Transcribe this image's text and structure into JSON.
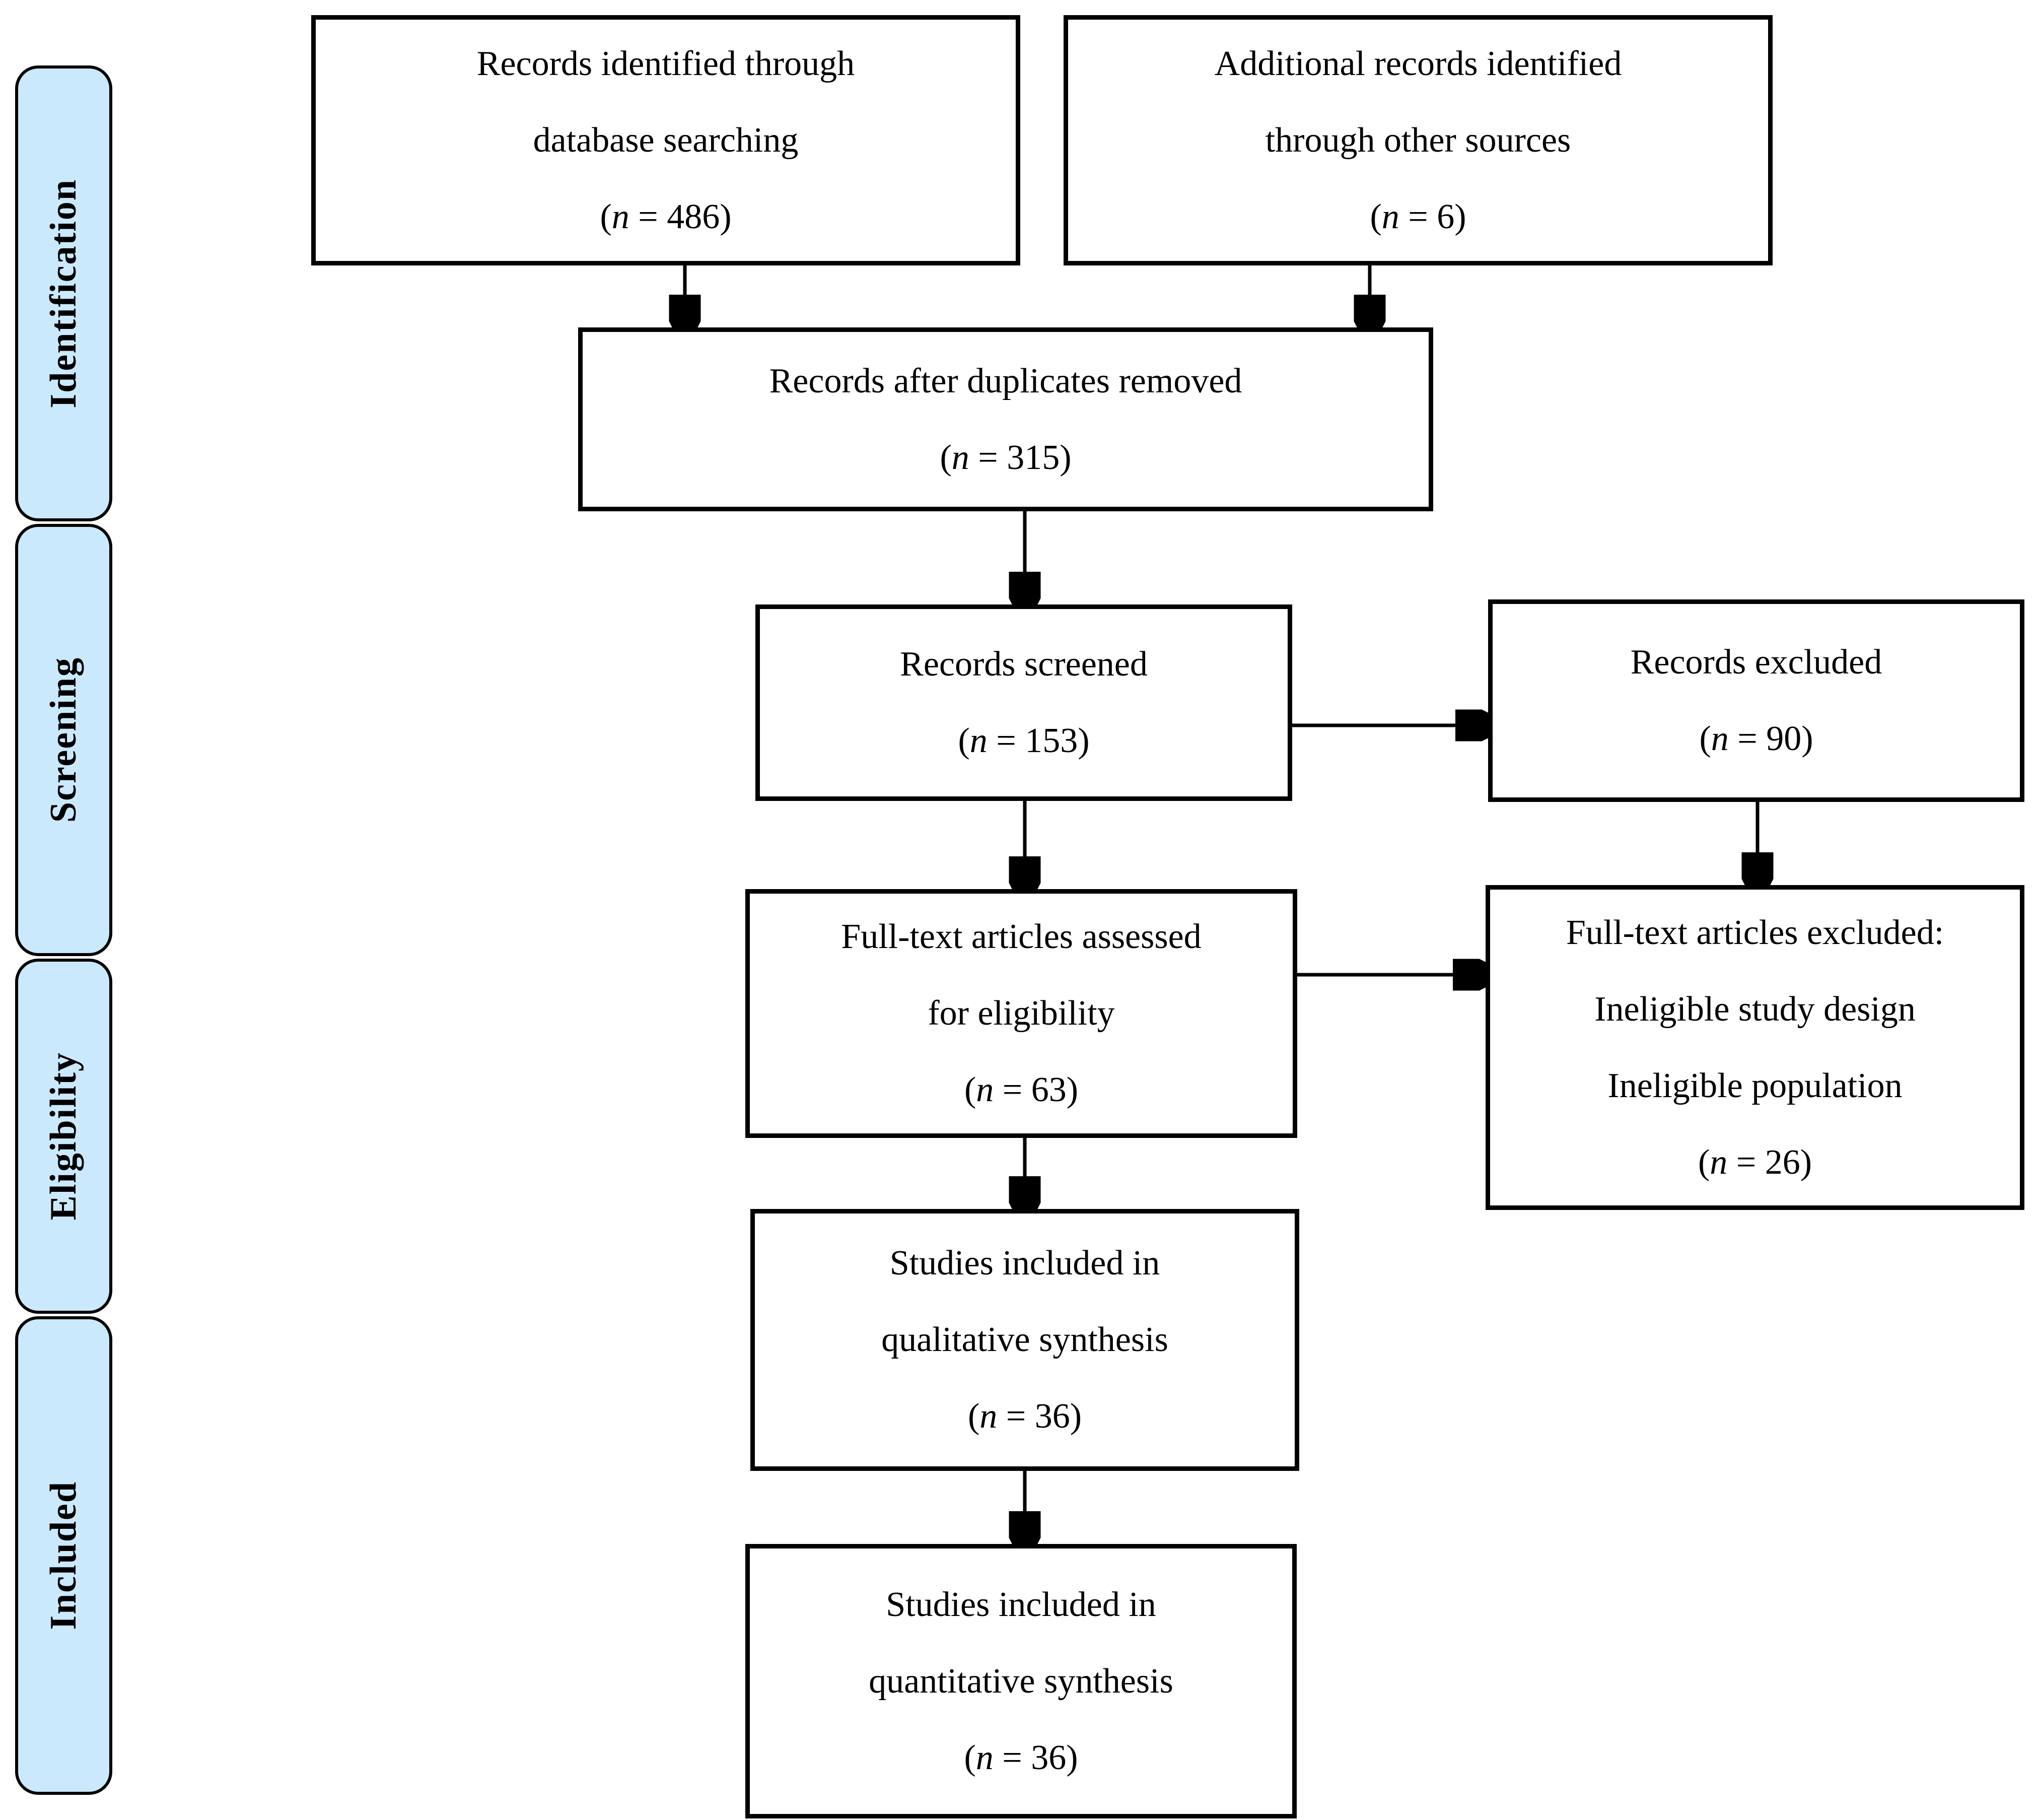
{
  "figure": {
    "kind": "PRISMA flow diagram"
  },
  "colors": {
    "phase_fill": "#cbe9fd",
    "border": "#000000",
    "background": "#ffffff"
  },
  "phases": [
    {
      "label": "Identification"
    },
    {
      "label": "Screening"
    },
    {
      "label": "Eligibility"
    },
    {
      "label": "Included"
    }
  ],
  "boxes": {
    "records_identified": {
      "line1": "Records identified through",
      "line2": "database searching",
      "n_label": "(n = 486)"
    },
    "additional_records": {
      "line1": "Additional records identified",
      "line2": "through other sources",
      "n_label": "(n = 6)"
    },
    "after_duplicates": {
      "line1": "Records after duplicates removed",
      "n_label": "(n = 315)"
    },
    "records_screened": {
      "line1": "Records screened",
      "n_label": "(n = 153)"
    },
    "records_excluded": {
      "line1": "Records excluded",
      "n_label": "(n = 90)"
    },
    "fulltext_assessed": {
      "line1": "Full-text articles assessed",
      "line2": "for eligibility",
      "n_label": "(n = 63)"
    },
    "fulltext_excluded": {
      "line1": "Full-text articles excluded:",
      "line2": "Ineligible study design",
      "line3": "Ineligible population",
      "n_label": "(n = 26)"
    },
    "qualitative_synthesis": {
      "line1": "Studies included in",
      "line2": "qualitative synthesis",
      "n_label": "(n = 36)"
    },
    "quantitative_synthesis": {
      "line1": "Studies included in",
      "line2": "quantitative synthesis",
      "n_label": "(n = 36)"
    }
  }
}
